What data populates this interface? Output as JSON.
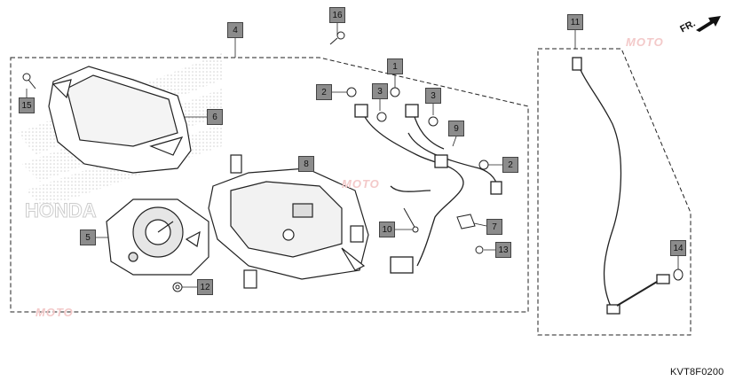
{
  "callouts": [
    {
      "id": "c1",
      "label": "1"
    },
    {
      "id": "c2a",
      "label": "2"
    },
    {
      "id": "c2b",
      "label": "2"
    },
    {
      "id": "c3a",
      "label": "3"
    },
    {
      "id": "c3b",
      "label": "3"
    },
    {
      "id": "c4",
      "label": "4"
    },
    {
      "id": "c5",
      "label": "5"
    },
    {
      "id": "c6",
      "label": "6"
    },
    {
      "id": "c7",
      "label": "7"
    },
    {
      "id": "c8",
      "label": "8"
    },
    {
      "id": "c9",
      "label": "9"
    },
    {
      "id": "c10",
      "label": "10"
    },
    {
      "id": "c11",
      "label": "11"
    },
    {
      "id": "c12",
      "label": "12"
    },
    {
      "id": "c13",
      "label": "13"
    },
    {
      "id": "c14",
      "label": "14"
    },
    {
      "id": "c15",
      "label": "15"
    },
    {
      "id": "c16",
      "label": "16"
    }
  ],
  "direction_label": "FR.",
  "diagram_code": "KVT8F0200",
  "watermark_text": "MOTO",
  "colors": {
    "line": "#222222",
    "callout_fill": "#8c8c8c",
    "watermark": "#f3c9c9",
    "logo_hatch": "#d8d8d8"
  }
}
